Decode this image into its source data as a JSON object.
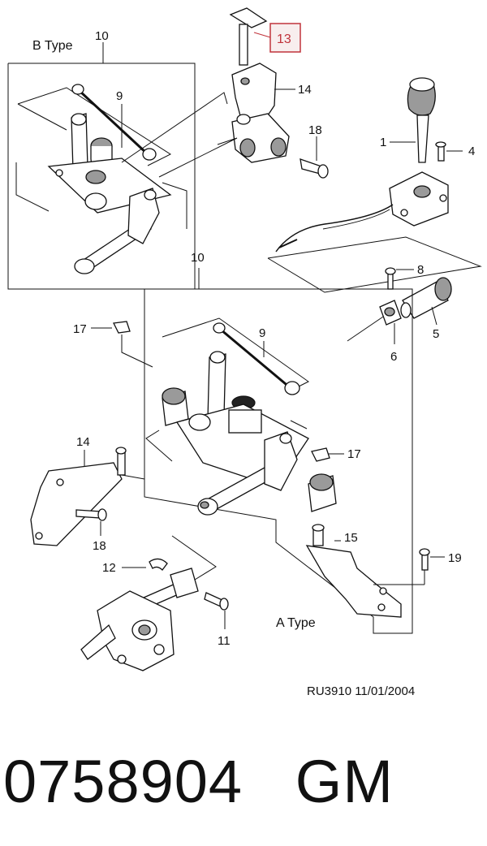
{
  "diagram": {
    "type_b_label": "B Type",
    "type_a_label": "A Type",
    "reference": "RU3910  11/01/2004",
    "highlight_color": "#c0333b",
    "callouts": {
      "c1": "1",
      "c4": "4",
      "c5": "5",
      "c6": "6",
      "c8": "8",
      "c9_b": "9",
      "c9_a": "9",
      "c10_b": "10",
      "c10_a": "10",
      "c11": "11",
      "c12": "12",
      "c13": "13",
      "c14_top": "14",
      "c14_left": "14",
      "c15": "15",
      "c17_left": "17",
      "c17_right": "17",
      "c18_top": "18",
      "c18_left": "18",
      "c19": "19"
    }
  },
  "part_number": "0758904   GM"
}
